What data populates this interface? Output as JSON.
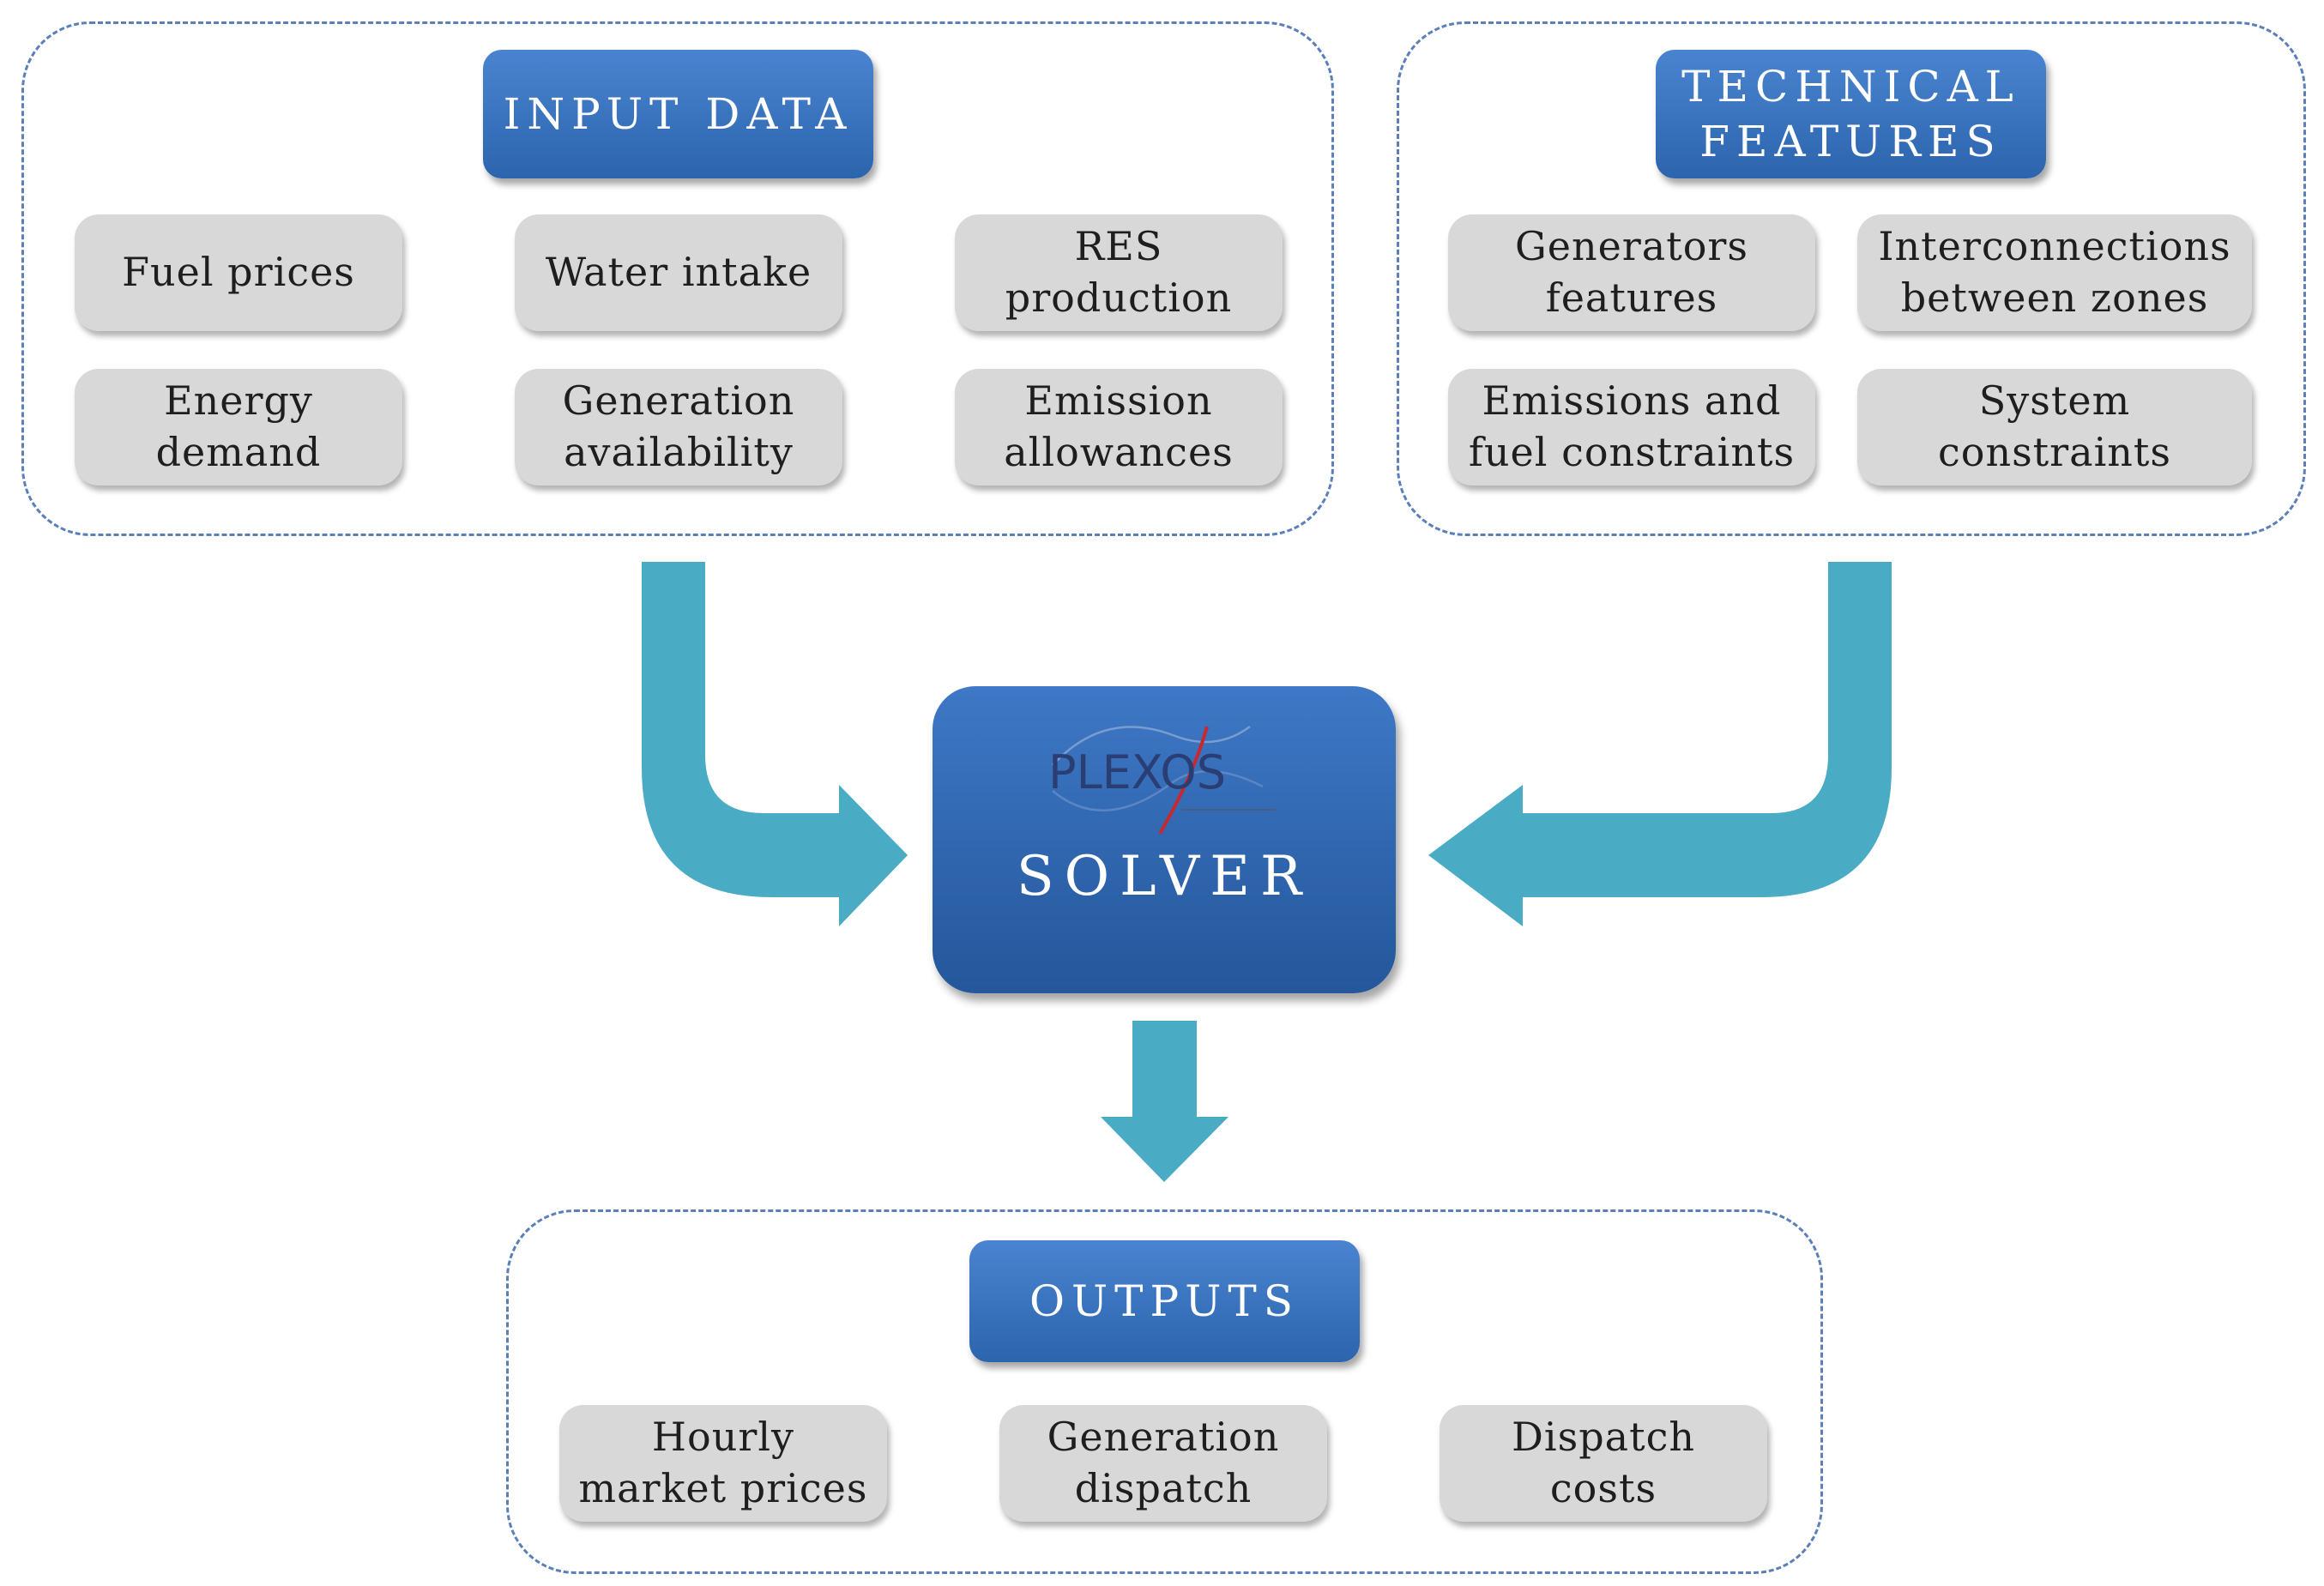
{
  "input_data": {
    "header": "INPUT DATA",
    "items": [
      "Fuel prices",
      "Water intake",
      "RES\nproduction",
      "Energy\ndemand",
      "Generation\navailability",
      "Emission\nallowances"
    ]
  },
  "technical_features": {
    "header": "TECHNICAL\nFEATURES",
    "items": [
      "Generators\nfeatures",
      "Interconnections\nbetween zones",
      "Emissions and\nfuel constraints",
      "System\nconstraints"
    ]
  },
  "solver": {
    "logo_text": "PLEXOS",
    "label": "SOLVER"
  },
  "outputs": {
    "header": "OUTPUTS",
    "items": [
      "Hourly\nmarket prices",
      "Generation\ndispatch",
      "Dispatch\ncosts"
    ]
  },
  "colors": {
    "header_blue": "#2f6bb5",
    "item_gray": "#d8d8d8",
    "arrow_teal": "#4aabc4",
    "dashed_border": "#5b7fb8"
  }
}
